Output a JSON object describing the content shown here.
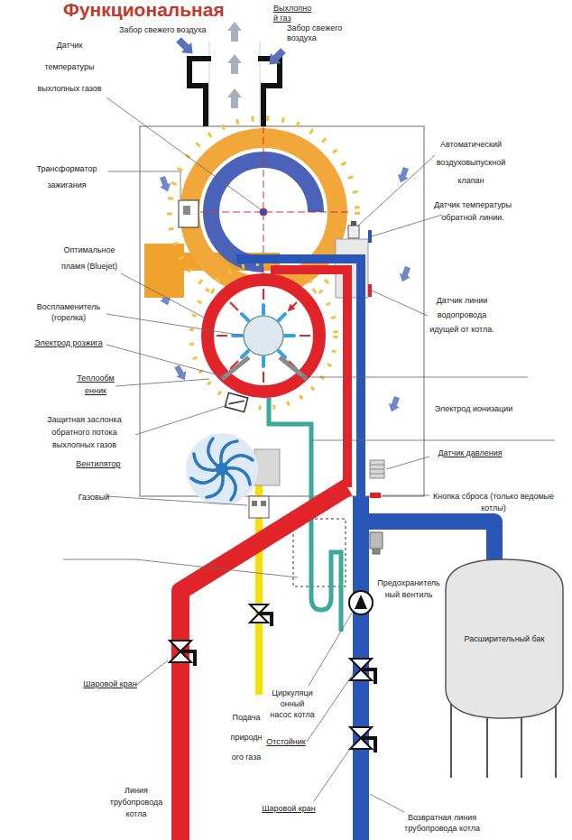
{
  "diagram": {
    "title": "Функциональная",
    "nodes": [
      {
        "text": [
          "Расширительный бак"
        ]
      }
    ],
    "labels": [
      "Выхлопно й газ",
      "Забор свежего воздуха",
      "Забор свежего воздуха",
      "Датчик температуры выхлопных газов",
      "Автоматический воздуховыпускной клапан",
      "Трансформатор зажигания",
      "Датчик температуры обратной линии.",
      "Оптимальное пламя (Bluejet)",
      "Воспламенитель (горелка)",
      "Датчик линии водопровода идущей от котла.",
      "Электрод розжига",
      "Теплообм енник",
      "Электрод ионизации",
      "Защитная заслонка обратного потока выхлопных газов",
      "Вентилятор",
      "Газовый",
      "Датчик давления",
      "Кнопка сброса (только ведомые котлы)",
      "Предохранитель ный вентиль",
      "Шаровой кран",
      "Подача природн ого газа",
      "Циркуляци онный насос котла",
      "Отстойник",
      "Шаровой кран",
      "Линия трубопровода котла",
      "Возвратная линия трубопровода котла"
    ]
  }
}
